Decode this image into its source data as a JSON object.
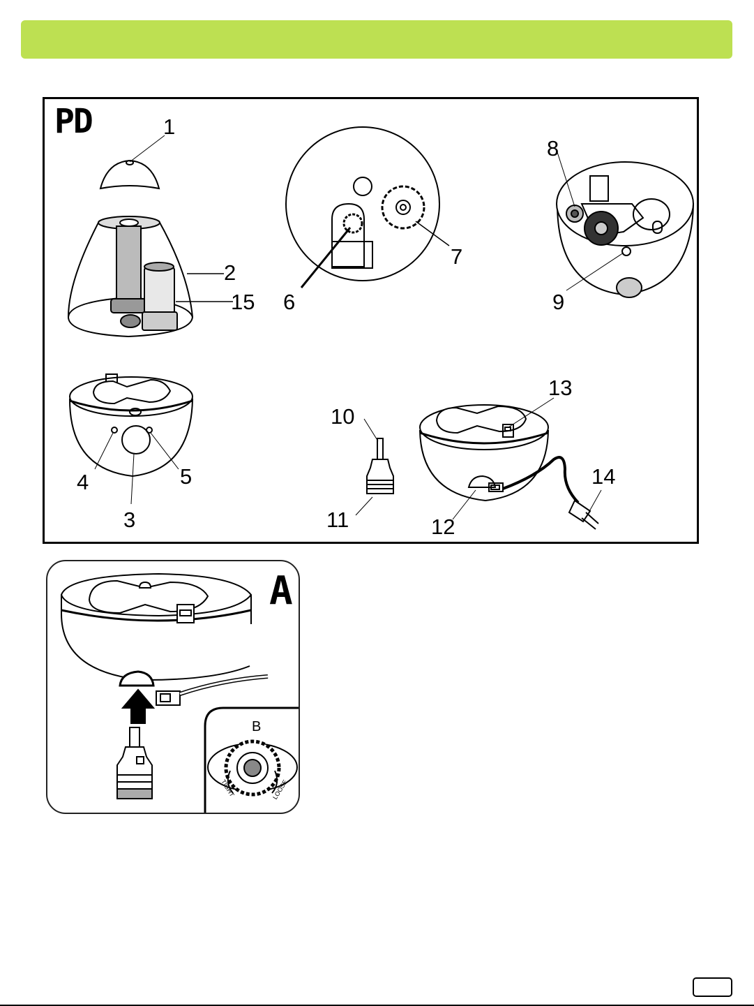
{
  "header": {
    "bar_color": "#bde052"
  },
  "pd_figure": {
    "letter": "PD",
    "callouts": [
      {
        "id": "1",
        "label": "1"
      },
      {
        "id": "2",
        "label": "2"
      },
      {
        "id": "3",
        "label": "3"
      },
      {
        "id": "4",
        "label": "4"
      },
      {
        "id": "5",
        "label": "5"
      },
      {
        "id": "6",
        "label": "6"
      },
      {
        "id": "7",
        "label": "7"
      },
      {
        "id": "8",
        "label": "8"
      },
      {
        "id": "9",
        "label": "9"
      },
      {
        "id": "10",
        "label": "10"
      },
      {
        "id": "11",
        "label": "11"
      },
      {
        "id": "12",
        "label": "12"
      },
      {
        "id": "13",
        "label": "13"
      },
      {
        "id": "14",
        "label": "14"
      },
      {
        "id": "15",
        "label": "15"
      }
    ]
  },
  "a_figure": {
    "letter": "A",
    "inset_label": "B",
    "dial_left_text": "TIGHT",
    "dial_right_text": "LOOSE"
  },
  "footer": {
    "page_number": ""
  }
}
